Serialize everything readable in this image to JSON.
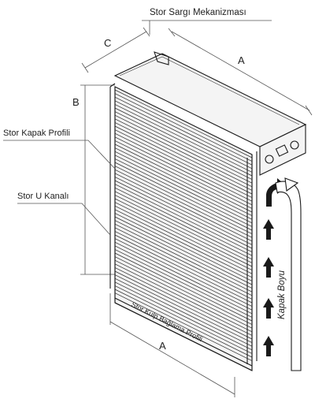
{
  "labels": {
    "mechanism": "Stor Sargı Mekanizması",
    "cover_profile": "Stor Kapak Profili",
    "u_channel": "Stor U Kanalı",
    "handle_profile": "Stor Kulp Bağlama Profili",
    "height": "Kapak Boyu"
  },
  "dimensions": {
    "width_top": "A",
    "width_bottom": "A",
    "height": "B",
    "depth": "C"
  },
  "colors": {
    "ink": "#1a1a1a",
    "panel": "#f4f4f4",
    "slat_line": "#2a2a2a",
    "dimension": "#555555"
  },
  "icons": [
    "up-arrow-icon",
    "curved-arrow-icon"
  ]
}
